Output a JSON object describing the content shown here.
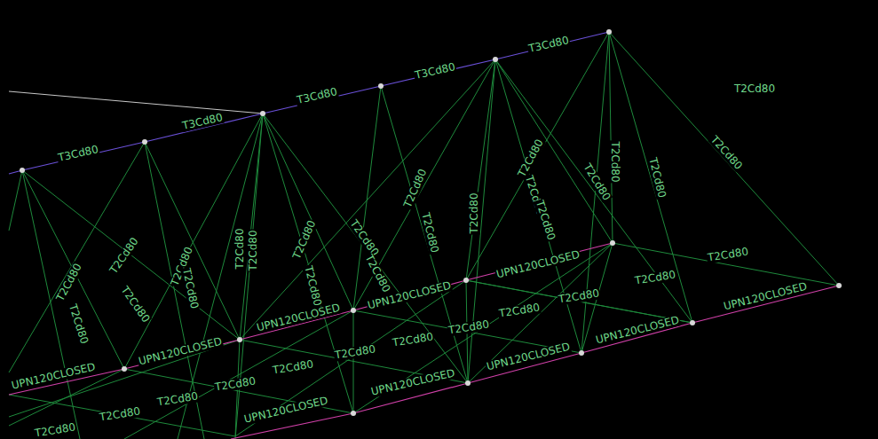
{
  "diagram": {
    "labels": [
      "T3Cd80",
      "T3Cd80",
      "T3Cd80",
      "T3Cd80",
      "T3Cd80",
      "UPN120CLOSED",
      "UPN120CLOSED",
      "UPN120CLOSED",
      "UPN120CLOSED",
      "UPN120CLOSED",
      "UPN120CLOSED",
      "UPN120CLOSED",
      "UPN120CLOSED",
      "UPN120CLOSED",
      "UPN120CLOSED",
      "T2Cd80",
      "T2Cd80",
      "T2Cd80",
      "T2Cd80",
      "T2Cd80",
      "T2Cd80",
      "T2Cd80",
      "T2Cd80",
      "T2Cd80",
      "T2Cd80",
      "T2Cd80",
      "T2Cd80",
      "T2Cd80",
      "T2Cd80",
      "T2Cd80",
      "T2Cd80",
      "T2Cd80",
      "T2Cd80",
      "T2Cd80",
      "T2Cd80",
      "T2Cd80",
      "T2Cd80",
      "T2Cd80",
      "T2Cd80",
      "T2Cd80",
      "T2Cd80",
      "T2Cd80",
      "T2Cd80",
      "T2Cd80",
      "T2Cd80",
      "T2Cd80",
      "T2Cd80",
      "T2Cd80",
      "T2Cd80",
      "T2Cd80"
    ]
  }
}
